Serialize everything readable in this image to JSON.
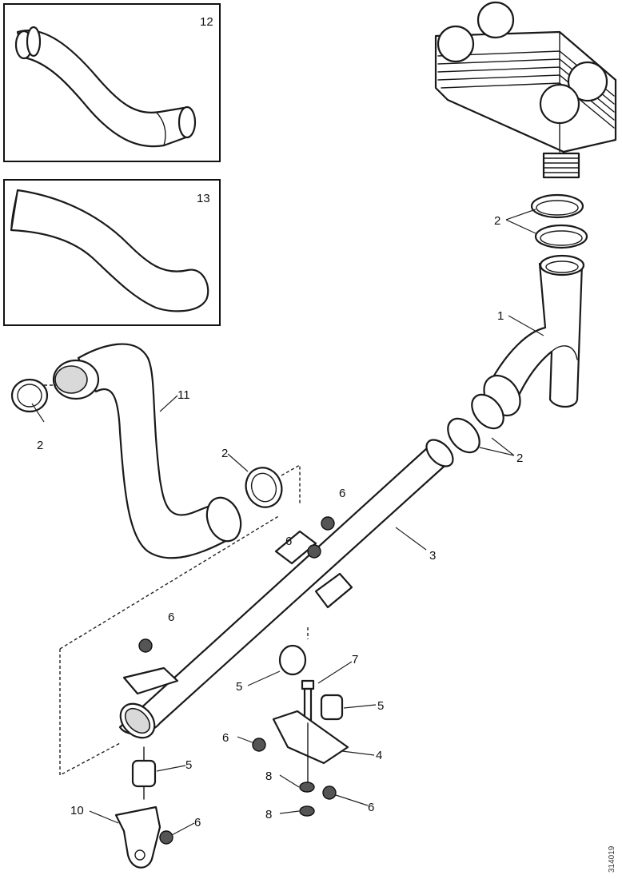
{
  "diagram": {
    "inset_top": {
      "label": "12"
    },
    "inset_bottom": {
      "label": "13"
    },
    "callouts": {
      "c1": "1",
      "c2_top": "2",
      "c2_left": "2",
      "c2_mid": "2",
      "c2_right": "2",
      "c3": "3",
      "c4": "4",
      "c5_a": "5",
      "c5_b": "5",
      "c5_c": "5",
      "c6_a": "6",
      "c6_b": "6",
      "c6_c": "6",
      "c6_d": "6",
      "c6_e": "6",
      "c6_f": "6",
      "c7": "7",
      "c8": "8",
      "c9": "8",
      "c10": "10",
      "c11": "11"
    },
    "document_id": "314019"
  }
}
